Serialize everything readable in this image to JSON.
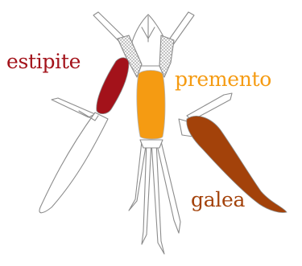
{
  "labels": {
    "estipite": "estipite",
    "premento": "premento",
    "galea": "galea"
  },
  "colors": {
    "estipite": "#a3121a",
    "premento": "#f59b12",
    "galea": "#a3420a",
    "outline": "#8c8c8c",
    "hatch": "#9a9a9a"
  }
}
